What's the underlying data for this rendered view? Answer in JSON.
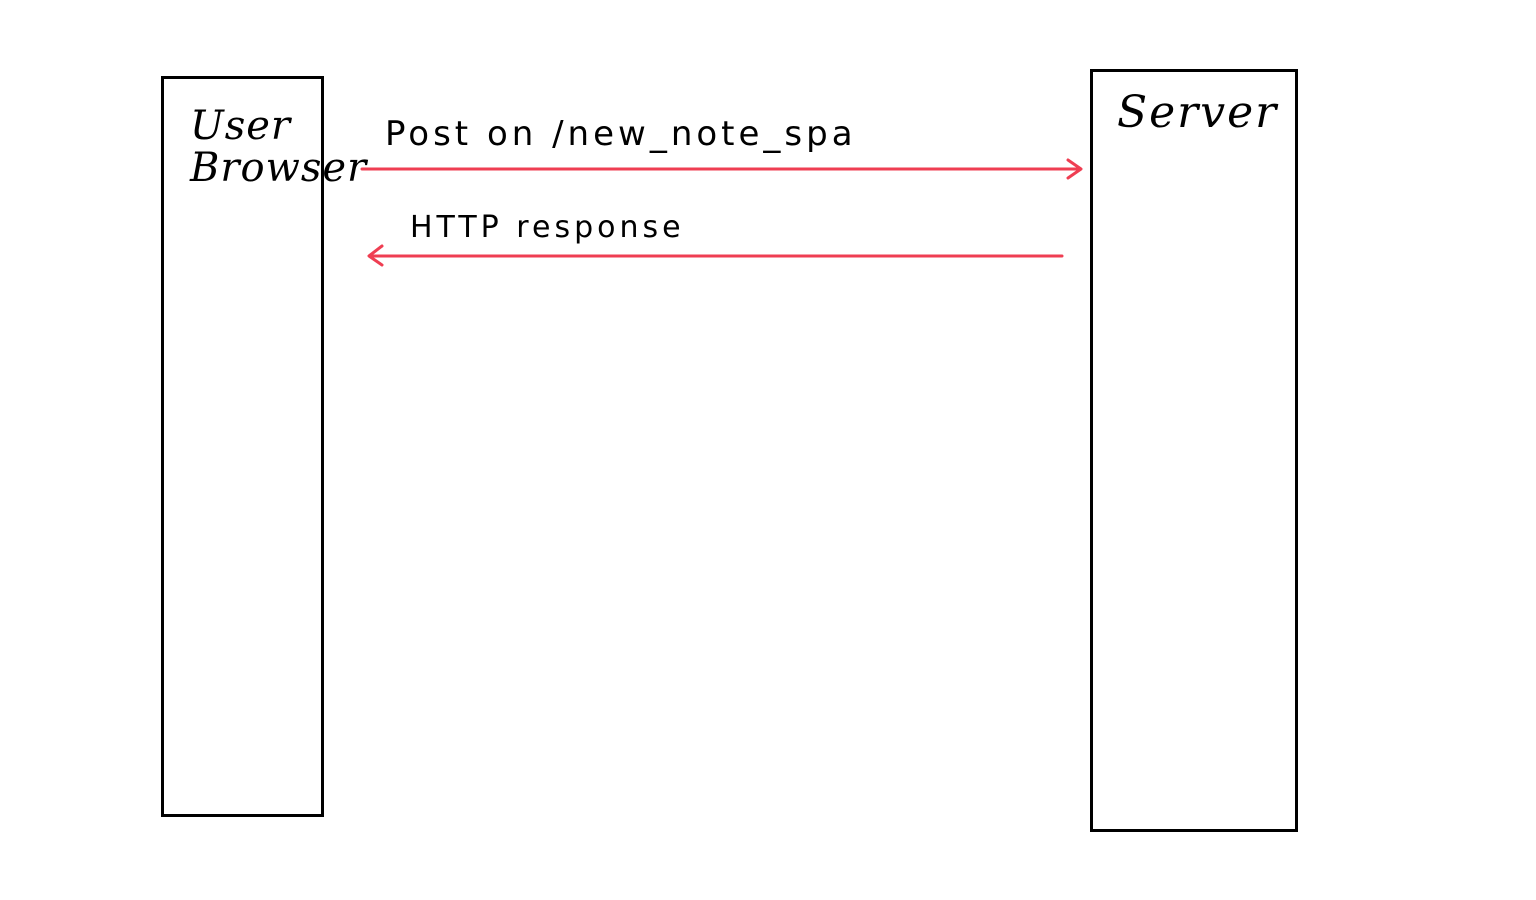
{
  "participants": {
    "browser": {
      "label": "User\nBrowser"
    },
    "server": {
      "label": "Server"
    }
  },
  "messages": {
    "request": {
      "label": "Post on /new_note_spa",
      "direction": "browser-to-server"
    },
    "response": {
      "label": "HTTP response",
      "direction": "server-to-browser"
    }
  },
  "colors": {
    "line": "#000000",
    "arrow": "#ef3e52",
    "background": "#ffffff"
  }
}
